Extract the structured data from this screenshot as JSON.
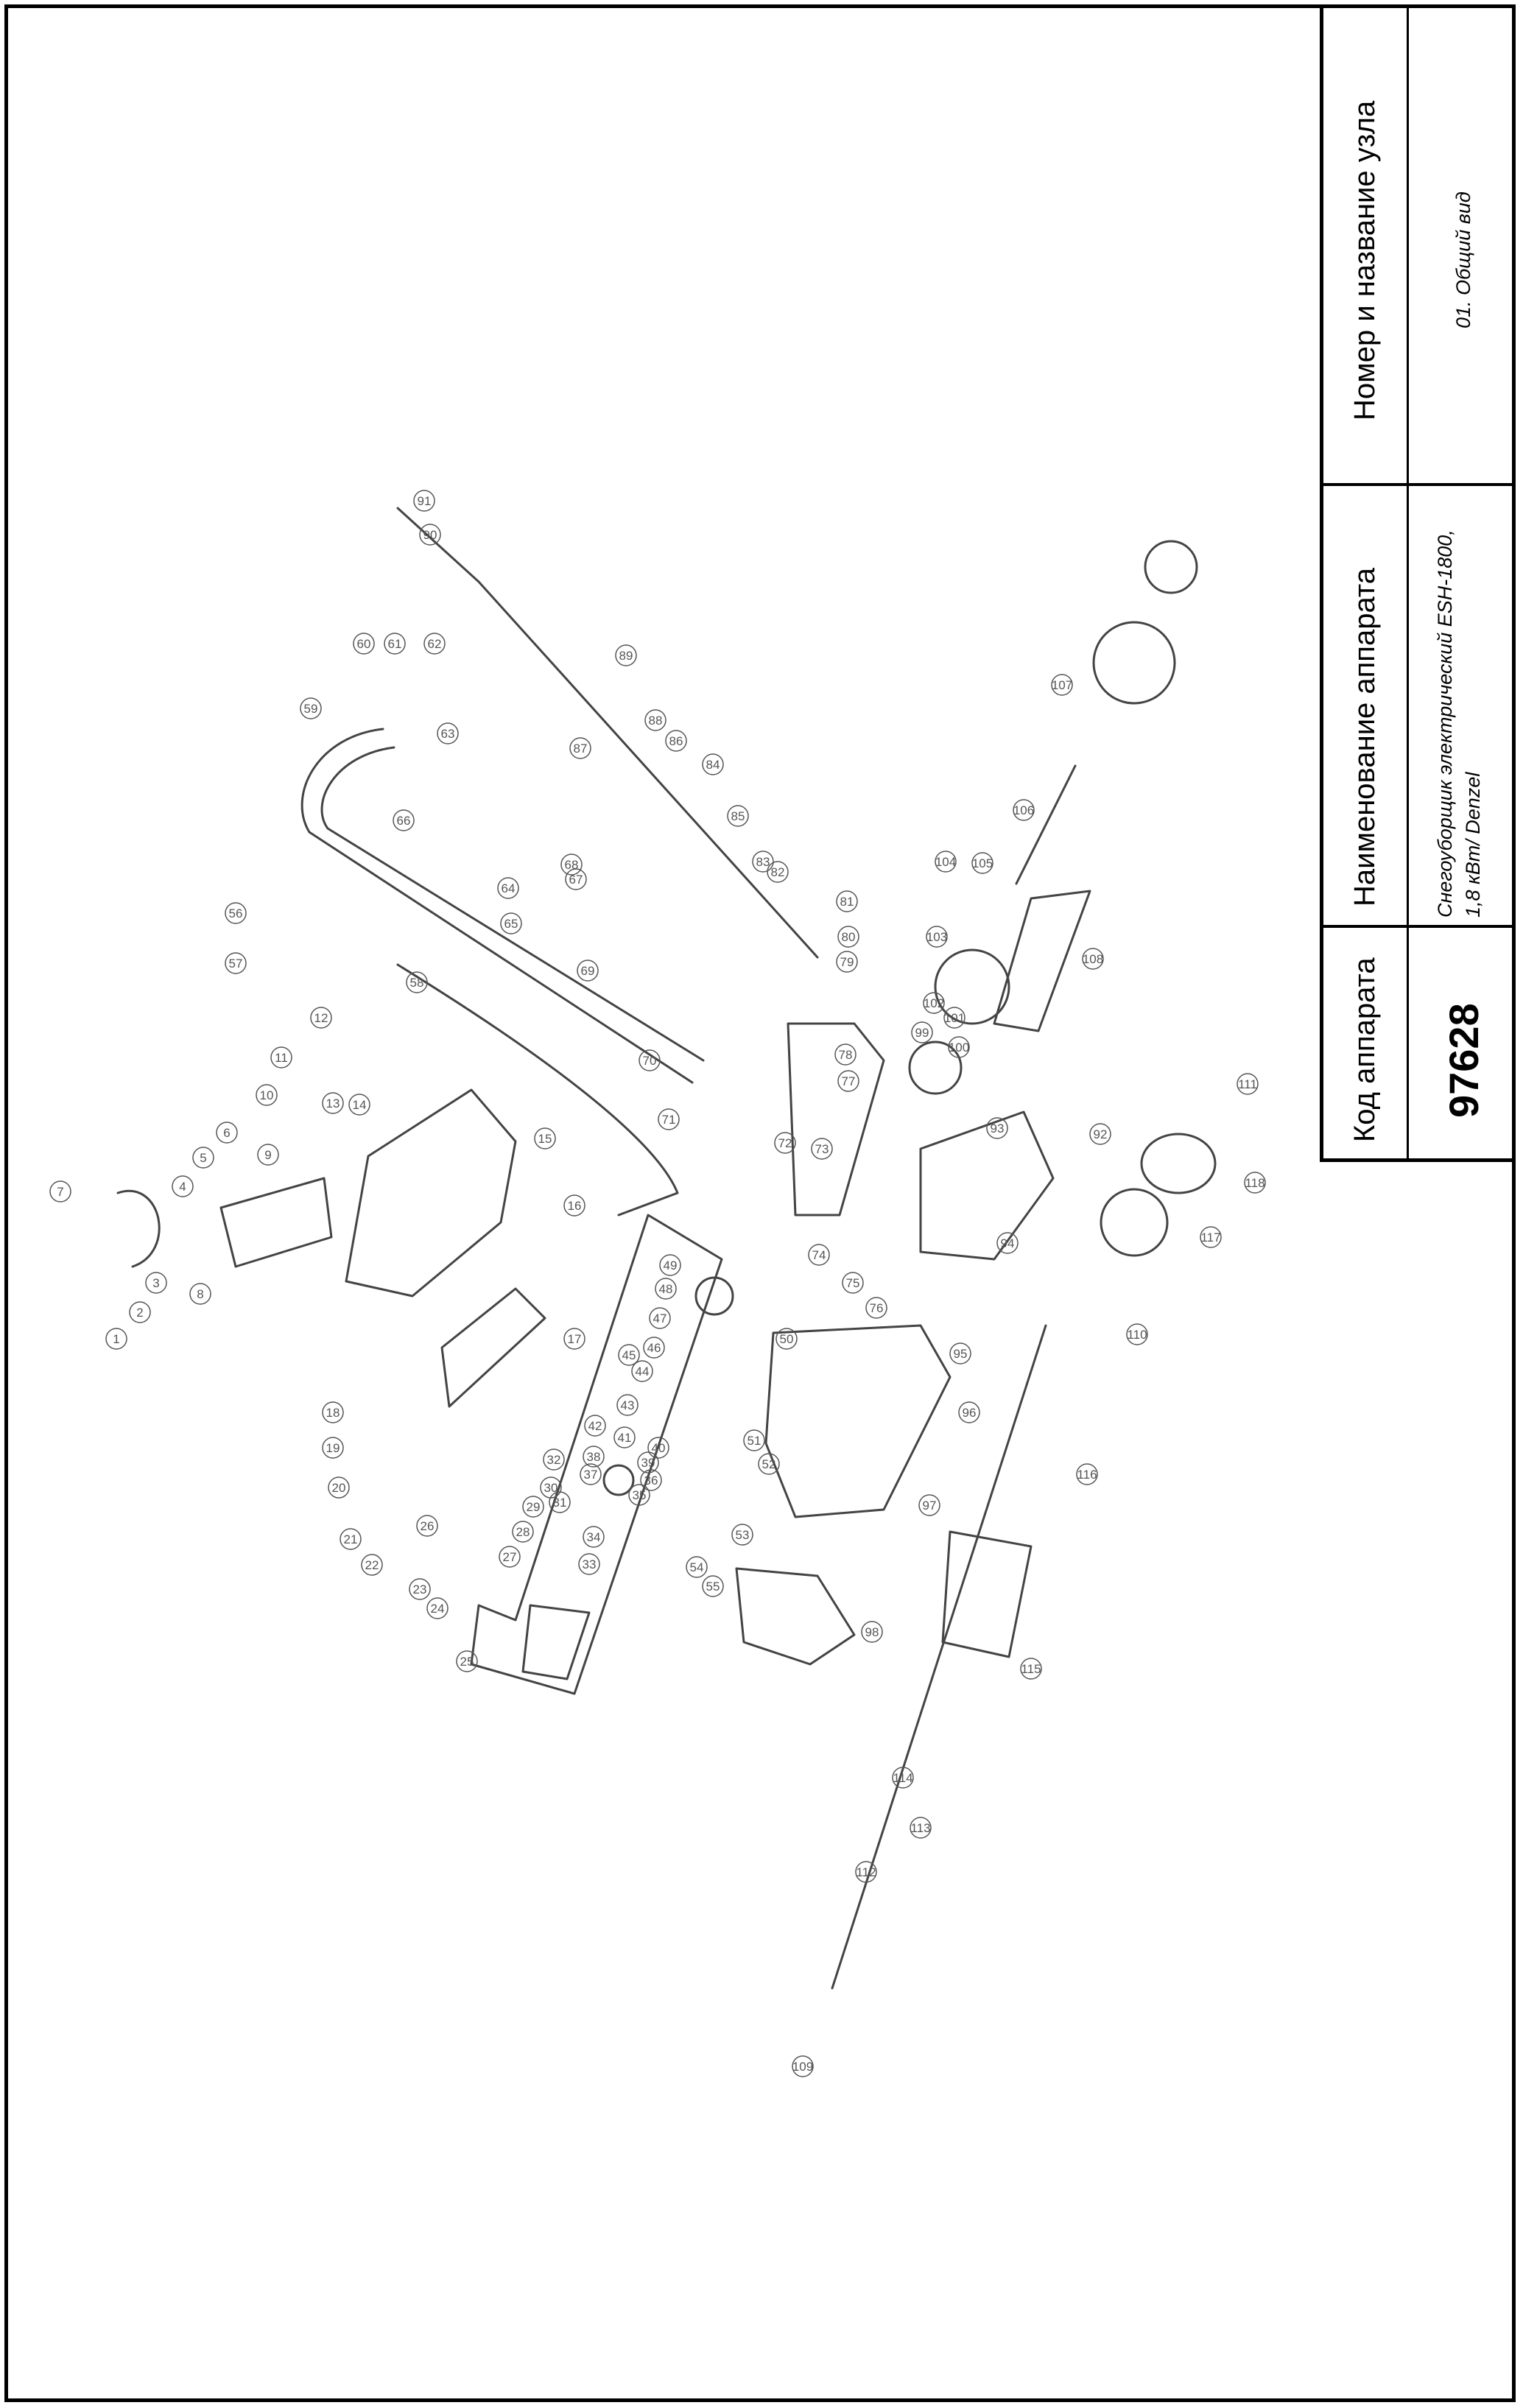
{
  "title_block": {
    "code_header": "Код аппарата",
    "code_value": "97628",
    "name_header": "Наименование аппарата",
    "name_value_line1": "Снегоуборщик электрический ESH-1800,",
    "name_value_line2": "1,8 кВт/ Denzel",
    "node_header": "Номер и название узла",
    "node_value": "01. Общий вид"
  },
  "callouts": [
    "1",
    "2",
    "3",
    "4",
    "5",
    "6",
    "7",
    "8",
    "9",
    "10",
    "11",
    "12",
    "13",
    "14",
    "15",
    "16",
    "17",
    "18",
    "19",
    "20",
    "21",
    "22",
    "23",
    "24",
    "25",
    "26",
    "27",
    "28",
    "29",
    "30",
    "31",
    "32",
    "33",
    "34",
    "35",
    "36",
    "37",
    "38",
    "39",
    "40",
    "41",
    "42",
    "43",
    "44",
    "45",
    "46",
    "47",
    "48",
    "49",
    "50",
    "51",
    "52",
    "53",
    "54",
    "55",
    "56",
    "57",
    "58",
    "59",
    "60",
    "61",
    "62",
    "63",
    "64",
    "65",
    "66",
    "67",
    "68",
    "69",
    "70",
    "71",
    "72",
    "73",
    "74",
    "75",
    "76",
    "77",
    "78",
    "79",
    "80",
    "81",
    "82",
    "83",
    "84",
    "85",
    "86",
    "87",
    "88",
    "89",
    "90",
    "91",
    "92",
    "93",
    "94",
    "95",
    "96",
    "97",
    "98",
    "99",
    "100",
    "101",
    "102",
    "103",
    "104",
    "105",
    "106",
    "107",
    "108",
    "109",
    "110",
    "111",
    "112",
    "113",
    "114",
    "115",
    "116",
    "117",
    "118"
  ]
}
